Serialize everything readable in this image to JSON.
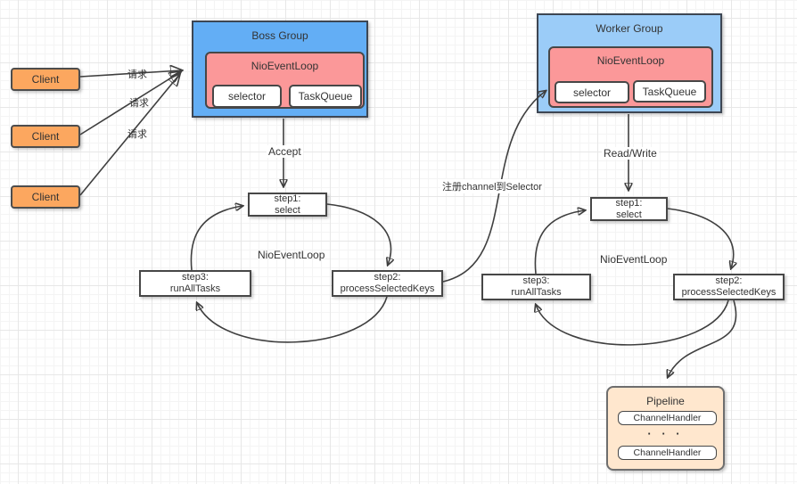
{
  "clients": [
    "Client",
    "Client",
    "Client"
  ],
  "request_labels": [
    "请求",
    "请求",
    "请求"
  ],
  "boss_group": {
    "title": "Boss Group",
    "event_loop": {
      "title": "NioEventLoop",
      "selector": "selector",
      "task_queue": "TaskQueue"
    }
  },
  "worker_group": {
    "title": "Worker Group",
    "event_loop": {
      "title": "NioEventLoop",
      "selector": "selector",
      "task_queue": "TaskQueue"
    }
  },
  "boss_loop": {
    "trigger_label": "Accept",
    "center_label": "NioEventLoop",
    "step1": {
      "line1": "step1:",
      "line2": "select"
    },
    "step2": {
      "line1": "step2:",
      "line2": "processSelectedKeys"
    },
    "step3": {
      "line1": "step3:",
      "line2": "runAllTasks"
    }
  },
  "worker_loop": {
    "trigger_label": "Read/Write",
    "center_label": "NioEventLoop",
    "step1": {
      "line1": "step1:",
      "line2": "select"
    },
    "step2": {
      "line1": "step2:",
      "line2": "processSelectedKeys"
    },
    "step3": {
      "line1": "step3:",
      "line2": "runAllTasks"
    }
  },
  "register_label": "注册channel到Selector",
  "pipeline": {
    "title": "Pipeline",
    "handlers": [
      "ChannelHandler",
      "ChannelHandler"
    ],
    "ellipsis": "· · ·"
  },
  "colors": {
    "boss_fill": "#63aef5",
    "worker_fill": "#9bccf8",
    "eventloop_fill": "#fb9899",
    "client_fill": "#fca75f",
    "pipeline_fill": "#ffe7ce",
    "stroke": "#4d4d4d",
    "arrow": "#3f3f3f",
    "text": "#333333"
  }
}
